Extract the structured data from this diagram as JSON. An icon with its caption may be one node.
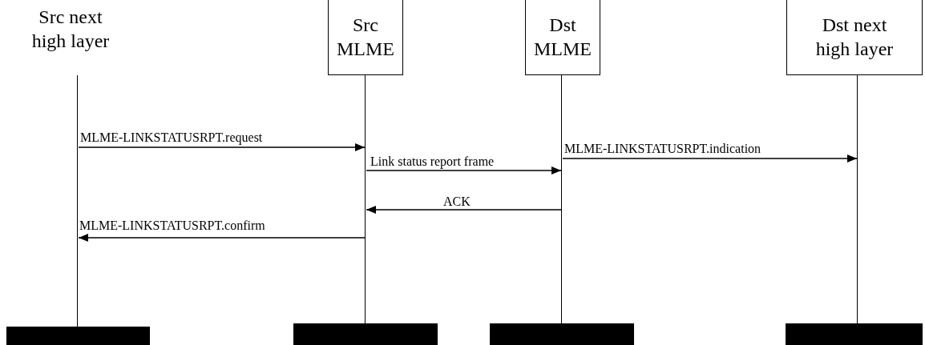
{
  "diagram": {
    "nodes": [
      {
        "text": [
          "Src next high layer"
        ]
      },
      {
        "text": [
          "Src MLME"
        ]
      },
      {
        "text": [
          "Dst MLME"
        ]
      },
      {
        "text": [
          "Dst next high layer"
        ]
      },
      {
        "text": [],
        "shape": "line"
      },
      {
        "text": [],
        "shape": "line"
      },
      {
        "text": [],
        "shape": "line"
      },
      {
        "text": [],
        "shape": "line"
      },
      {
        "text": [],
        "shape": "bar"
      },
      {
        "text": [],
        "shape": "bar"
      },
      {
        "text": [],
        "shape": "bar"
      },
      {
        "text": [],
        "shape": "bar"
      }
    ],
    "edges": [
      {
        "from": 4,
        "to": 5,
        "arrow": "to",
        "label": "MLME-LINKSTATUSRPT.request"
      },
      {
        "from": 5,
        "to": 6,
        "arrow": "to",
        "label": "Link status report frame"
      },
      {
        "from": 6,
        "to": 7,
        "arrow": "to",
        "label": "MLME-LINKSTATUSRPT.indication"
      },
      {
        "from": 6,
        "to": 5,
        "arrow": "to",
        "label": "ACK"
      },
      {
        "from": 5,
        "to": 4,
        "arrow": "to",
        "label": "MLME-LINKSTATUSRPT.confirm"
      }
    ]
  }
}
